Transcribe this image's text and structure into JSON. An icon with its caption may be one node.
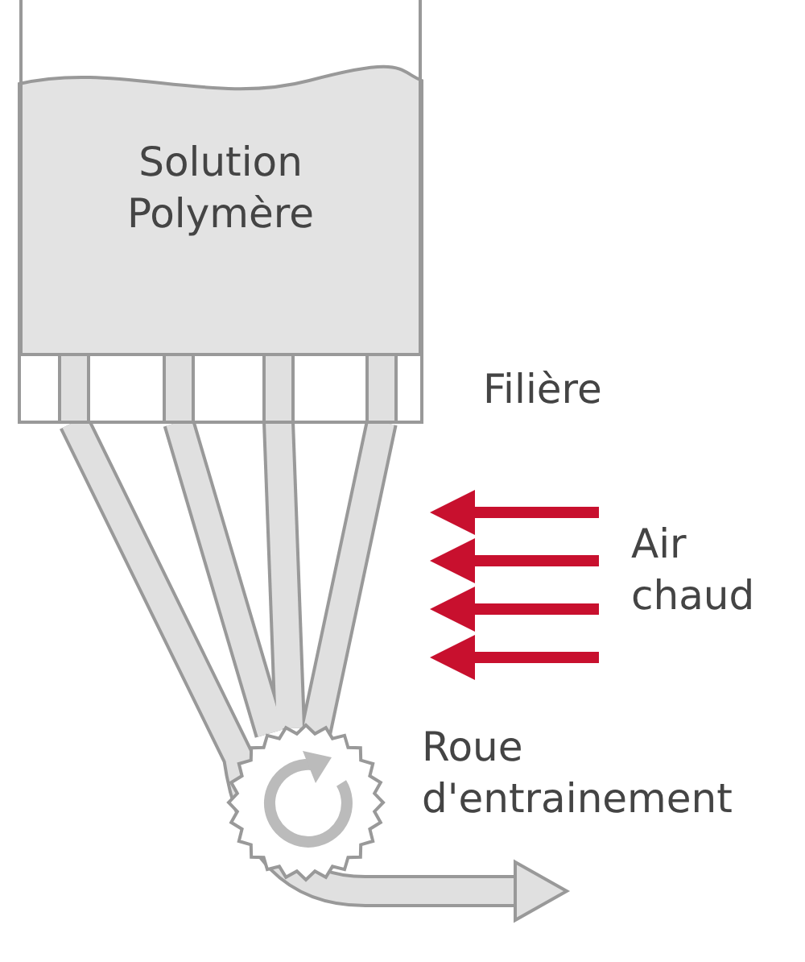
{
  "diagram": {
    "nodes": [
      {
        "text": [
          "Solution Polymère"
        ]
      }
    ],
    "labels": [
      "Filière",
      "Air chaud",
      "Roue d'entrainement"
    ]
  }
}
